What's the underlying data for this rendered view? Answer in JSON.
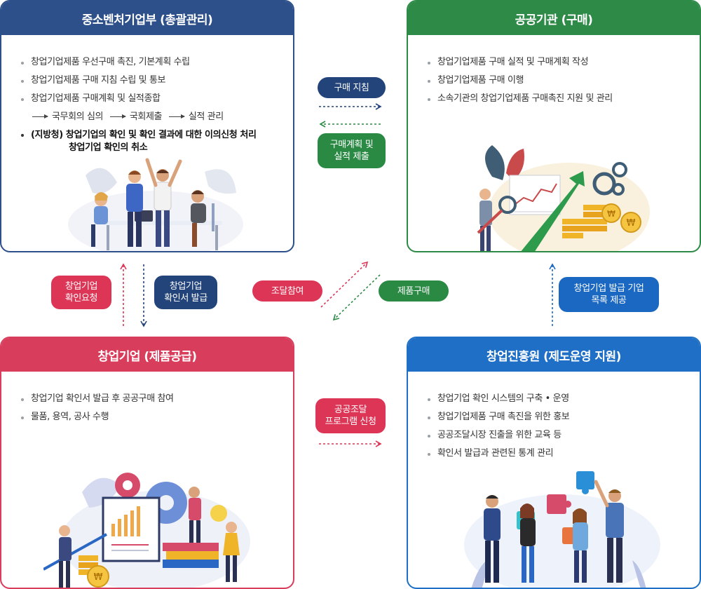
{
  "boxes": {
    "top_left": {
      "title": "중소벤처기업부 (총괄관리)",
      "items": [
        "창업기업제품 우선구매 촉진, 기본계획 수립",
        "창업기업제품 구매 지침 수립 및 통보",
        "창업기업제품 구매계획 및 실적종합"
      ],
      "flow": [
        "국무회의 심의",
        "국회제출",
        "실적 관리"
      ],
      "bold_item_line1": "(지방청) 창업기업의 확인 및 확인 결과에 대한 이의신청 처리",
      "bold_item_line2": "창업기업 확인의 취소"
    },
    "top_right": {
      "title": "공공기관 (구매)",
      "items": [
        "창업기업제품 구매 실적 및 구매계획 작성",
        "창업기업제품 구매 이행",
        "소속기관의 창업기업제품 구매촉진 지원 및 관리"
      ]
    },
    "bottom_left": {
      "title": "창업기업 (제품공급)",
      "items": [
        "창업기업 확인서 발급 후 공공구매 참여",
        "물품, 용역, 공사 수행"
      ]
    },
    "bottom_right": {
      "title": "창업진흥원 (제도운영 지원)",
      "items": [
        "창업기업 확인 시스템의 구축 • 운영",
        "창업기업제품 구매 촉진을 위한 홍보",
        "공공조달시장 진출을 위한 교육 등",
        "확인서 발급과 관련된 통계 관리"
      ]
    }
  },
  "labels": {
    "purchase_guide": "구매 지침",
    "plan_submit_line1": "구매계획 및",
    "plan_submit_line2": "실적 제출",
    "confirm_request_line1": "창업기업",
    "confirm_request_line2": "확인요청",
    "confirm_issue_line1": "창업기업",
    "confirm_issue_line2": "확인서 발급",
    "procurement_join": "조달참여",
    "product_purchase": "제품구매",
    "list_provide_line1": "창업기업 발급 기업",
    "list_provide_line2": "목록 제공",
    "program_apply_line1": "공공조달",
    "program_apply_line2": "프로그램 신청"
  },
  "colors": {
    "navy": "#2d4f8a",
    "green": "#2e8a47",
    "red": "#d93d5c",
    "blue": "#1f6fc6"
  }
}
